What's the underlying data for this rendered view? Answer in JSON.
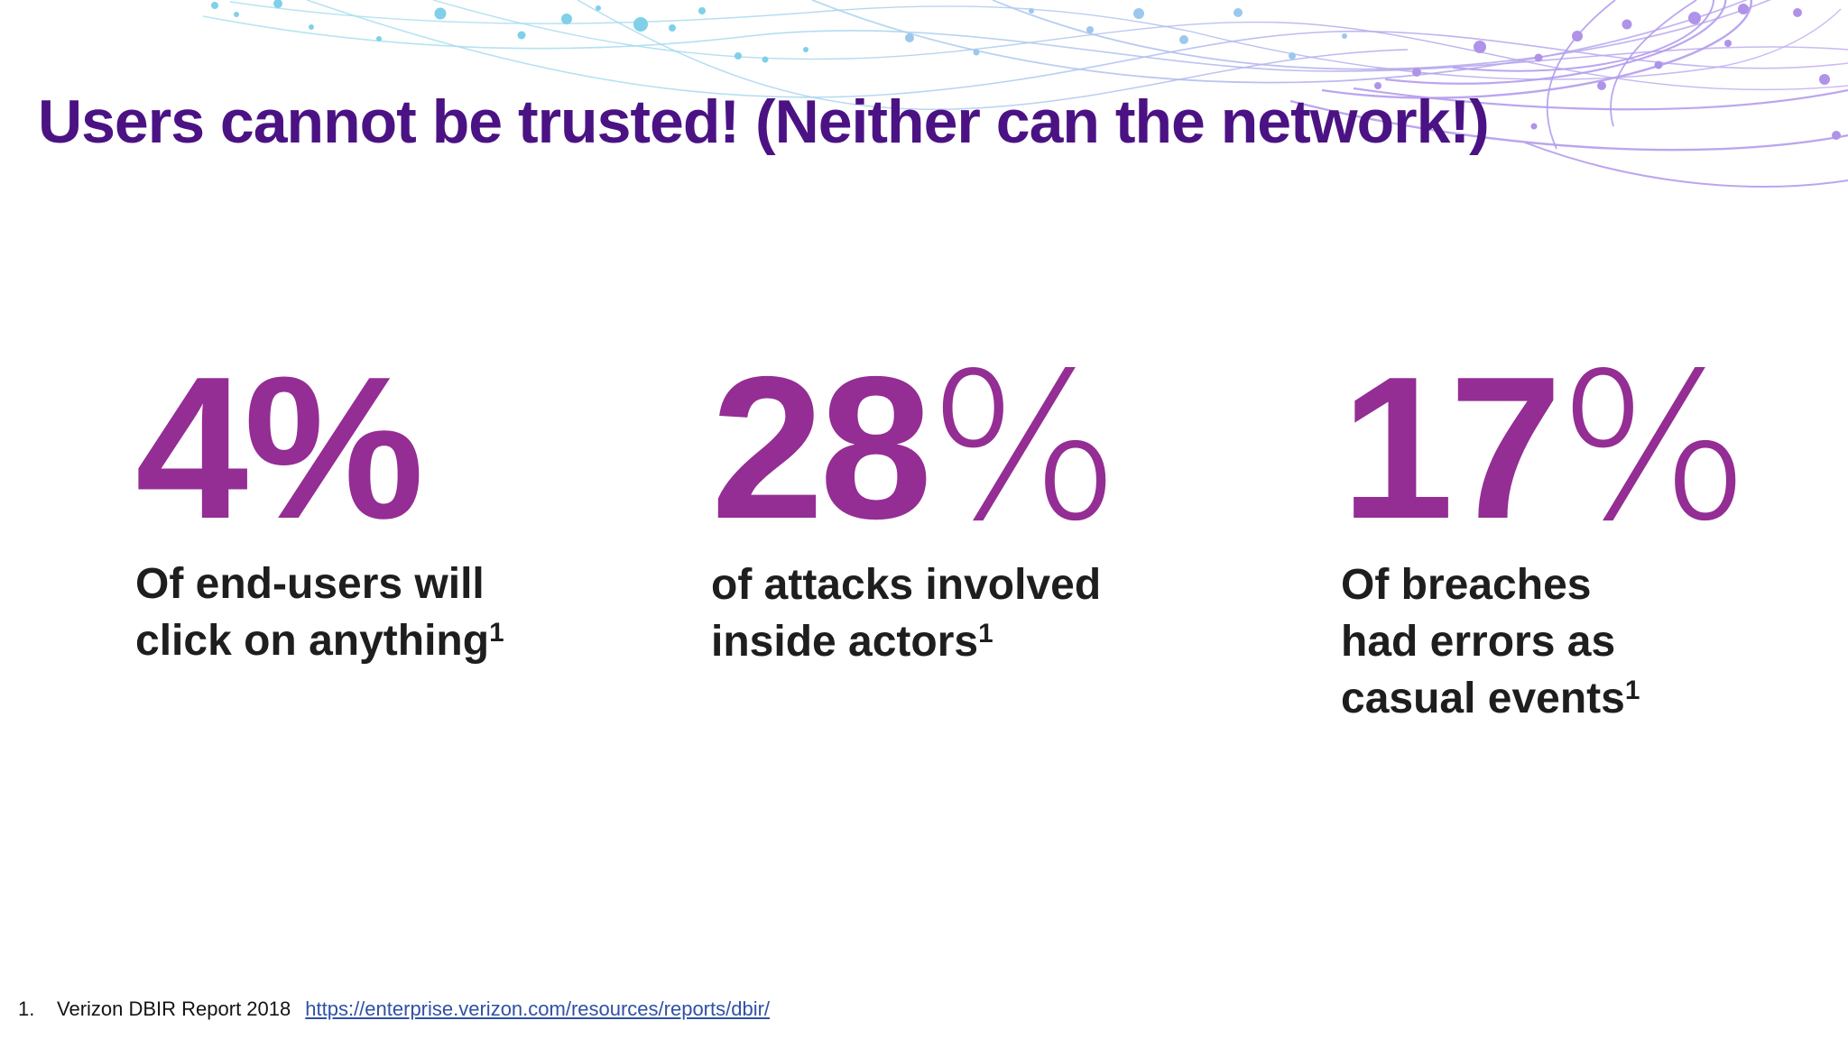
{
  "slide_title": "Users cannot be trusted! (Neither can the network!)",
  "stats": [
    {
      "value": "4",
      "unit": "%",
      "caption_lines": [
        "Of end-users will",
        "click on anything"
      ],
      "sup": "1"
    },
    {
      "value": "28",
      "unit": "%",
      "caption_lines": [
        "of attacks involved",
        "inside actors"
      ],
      "sup": "1"
    },
    {
      "value": "17",
      "unit": "%",
      "caption_lines": [
        "Of breaches",
        "had errors as",
        "casual events"
      ],
      "sup": "1"
    }
  ],
  "footnote": {
    "marker": "1.",
    "source": "Verizon DBIR Report 2018",
    "link_text": "https://enterprise.verizon.com/resources/reports/dbir/"
  },
  "colors": {
    "title": "#4B1284",
    "stat": "#942D94",
    "caption": "#1E1E1E",
    "link": "#2F51A5",
    "decoration_left": "#8ED9EC",
    "decoration_right": "#B59CEC"
  },
  "decoration": {
    "description": "curved network lines with node dots, cyan on left fading to lavender on right, top of slide"
  }
}
